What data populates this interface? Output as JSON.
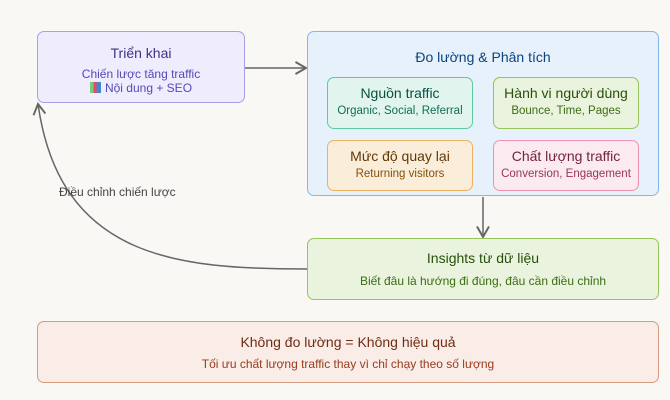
{
  "deploy": {
    "title": "Triển khai",
    "line1": "Chiến lược tăng traffic",
    "line2": "Nội dung + SEO",
    "icon": "bar-chart-icon"
  },
  "measure": {
    "title": "Đo lường & Phân tích",
    "cards": [
      {
        "title": "Nguồn traffic",
        "sub": "Organic, Social, Referral"
      },
      {
        "title": "Hành vi người dùng",
        "sub": "Bounce, Time, Pages"
      },
      {
        "title": "Mức độ quay lại",
        "sub": "Returning visitors"
      },
      {
        "title": "Chất lượng traffic",
        "sub": "Conversion, Engagement"
      }
    ]
  },
  "insights": {
    "title": "Insights từ dữ liệu",
    "sub": "Biết đâu là hướng đi đúng, đâu cần điều chỉnh"
  },
  "feedback_label": "Điều chỉnh chiến lược",
  "footer": {
    "title": "Không đo lường = Không hiệu quả",
    "sub": "Tối ưu chất lượng traffic thay vì chỉ chạy theo số lượng"
  }
}
